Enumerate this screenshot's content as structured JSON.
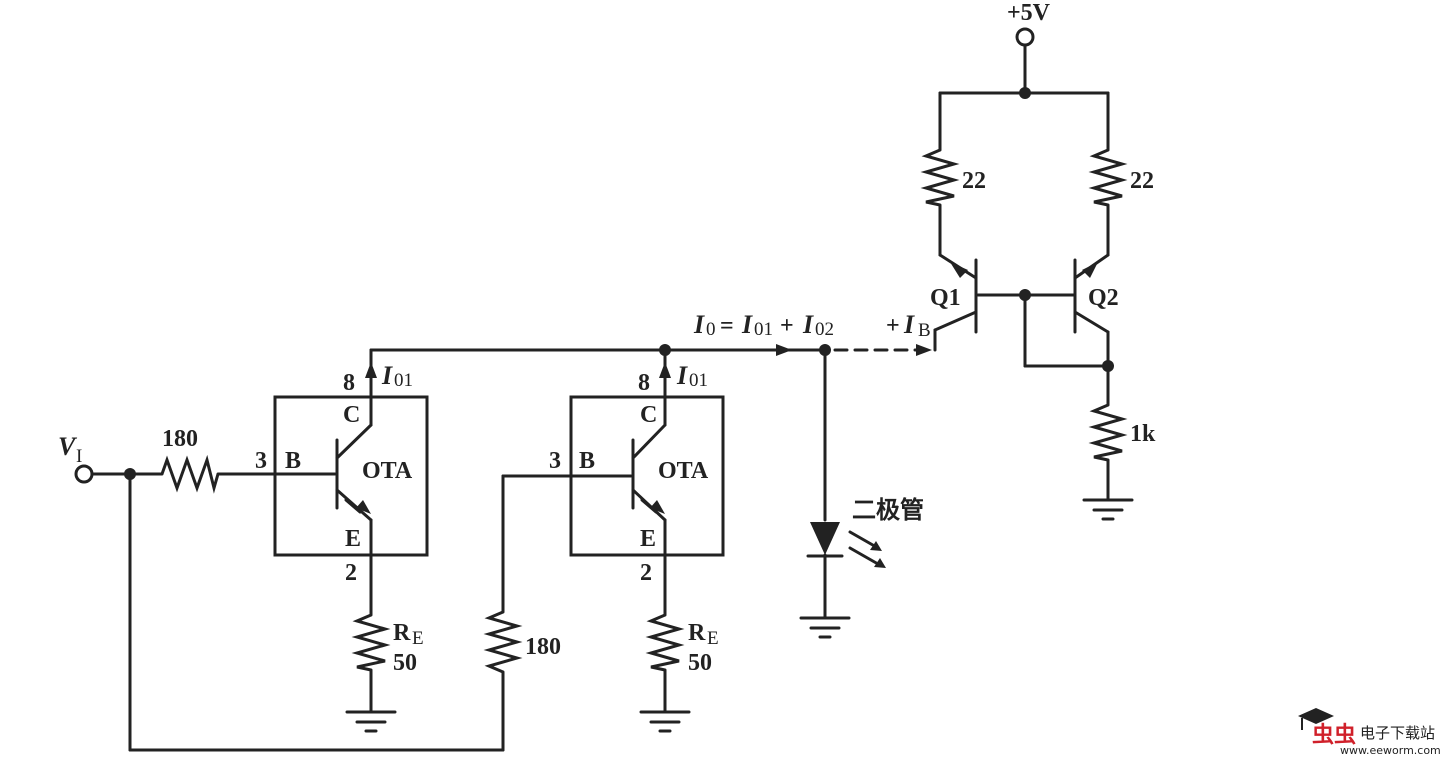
{
  "diagram": {
    "supply": "+5V",
    "input": "V",
    "input_sub": "I",
    "r_input": "180",
    "r_second": "180",
    "r_top_left": "22",
    "r_top_right": "22",
    "r_bottom": "1k",
    "re_label": "R",
    "re_sub": "E",
    "re_value": "50",
    "q1": "Q1",
    "q2": "Q2",
    "ota_left": {
      "pin_top": "8",
      "pin_base": "3",
      "pin_emitter": "2",
      "c": "C",
      "b": "B",
      "e": "E",
      "name": "OTA",
      "current": "I",
      "current_sub": "01"
    },
    "ota_right": {
      "pin_top": "8",
      "pin_base": "3",
      "pin_emitter": "2",
      "c": "C",
      "b": "B",
      "e": "E",
      "name": "OTA",
      "current": "I",
      "current_sub": "01"
    },
    "eq_i0": "I",
    "eq_i0_sub": "0",
    "eq_eq": "=",
    "eq_i01": "I",
    "eq_i01_sub": "01",
    "eq_plus": "+",
    "eq_i02": "I",
    "eq_i02_sub": "02",
    "ib_plus": "+",
    "ib": "I",
    "ib_sub": "B",
    "diode_label": "二极管"
  },
  "watermark": {
    "brand": "虫虫",
    "site_name": "电子下载站",
    "url": "www.eeworm.com"
  },
  "colors": {
    "ink": "#222222",
    "watermark": "#d0202a"
  }
}
